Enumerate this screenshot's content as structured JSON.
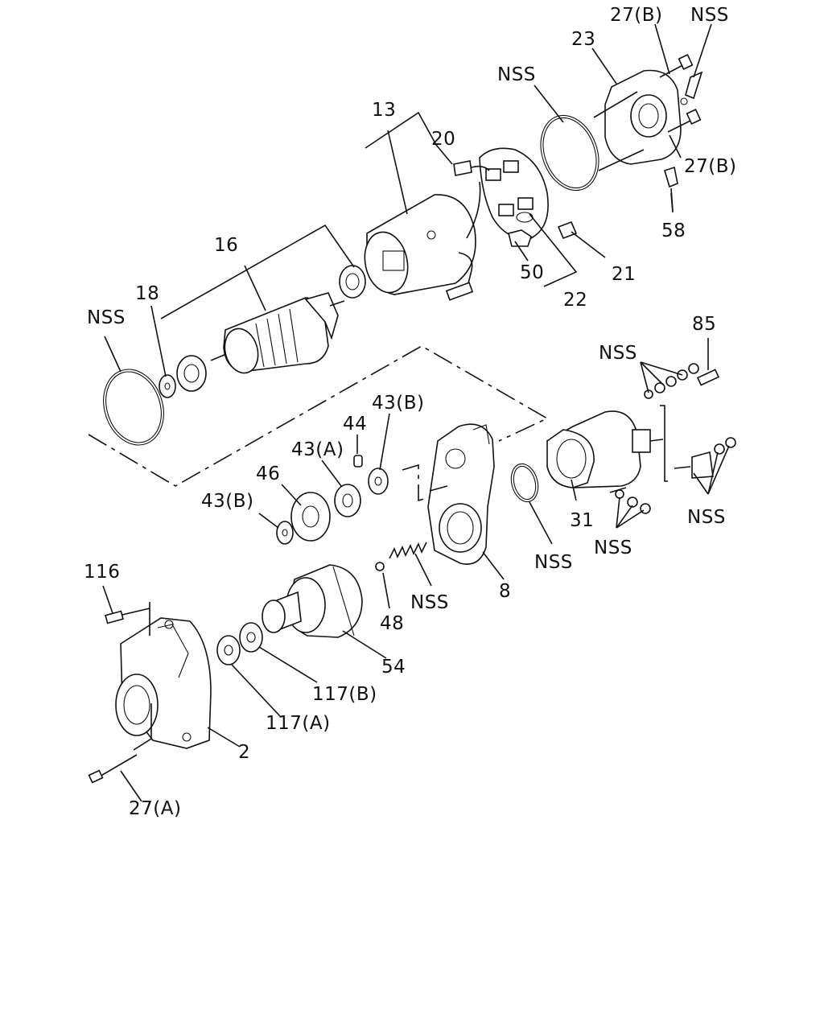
{
  "diagram": {
    "labels": {
      "l_27b_top": "27(B)",
      "l_nss_top": "NSS",
      "l_23": "23",
      "l_nss_ring": "NSS",
      "l_13": "13",
      "l_20": "20",
      "l_27b_mid": "27(B)",
      "l_58": "58",
      "l_16": "16",
      "l_21": "21",
      "l_50": "50",
      "l_22": "22",
      "l_18": "18",
      "l_nss_left": "NSS",
      "l_85": "85",
      "l_nss_washers": "NSS",
      "l_43b_top": "43(B)",
      "l_44": "44",
      "l_43a": "43(A)",
      "l_46": "46",
      "l_43b_left": "43(B)",
      "l_31": "31",
      "l_nss_sol_right": "NSS",
      "l_nss_sol_bottom": "NSS",
      "l_nss_oring": "NSS",
      "l_8": "8",
      "l_nss_spring": "NSS",
      "l_48": "48",
      "l_116": "116",
      "l_54": "54",
      "l_117b": "117(B)",
      "l_117a": "117(A)",
      "l_2": "2",
      "l_27a": "27(A)"
    }
  }
}
